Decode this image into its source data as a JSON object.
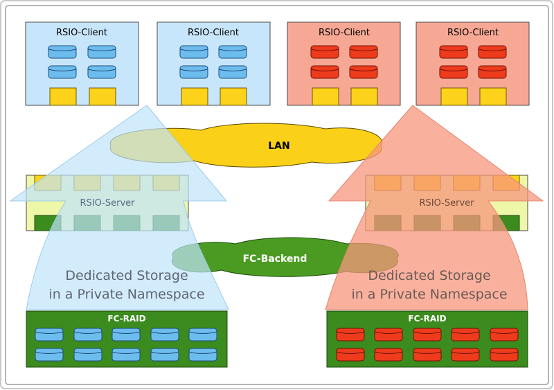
{
  "clients": [
    {
      "label": "RSIO-Client",
      "theme": "blue"
    },
    {
      "label": "RSIO-Client",
      "theme": "blue"
    },
    {
      "label": "RSIO-Client",
      "theme": "red"
    },
    {
      "label": "RSIO-Client",
      "theme": "red"
    }
  ],
  "servers": [
    {
      "label": "RSIO-Server",
      "theme": "blue"
    },
    {
      "label": "RSIO-Server",
      "theme": "red"
    }
  ],
  "networks": {
    "lan": "LAN",
    "backend": "FC-Backend"
  },
  "storage": [
    {
      "line1": "Dedicated Storage",
      "line2": "in a Private Namespace",
      "raid_label": "FC-RAID",
      "theme": "blue"
    },
    {
      "line1": "Dedicated Storage",
      "line2": "in a Private Namespace",
      "raid_label": "FC-RAID",
      "theme": "red"
    }
  ],
  "colors": {
    "blue_fill": "#c8e6fb",
    "blue_disk": "#6cbdee",
    "red_fill": "#f7a895",
    "red_disk": "#ee3b1c",
    "yellow": "#fdd21b",
    "raid_green": "#3c8b1e",
    "server_fill": "#eef6a8",
    "lan_fill": "#fbd018",
    "backend_fill": "#4b9b22"
  }
}
